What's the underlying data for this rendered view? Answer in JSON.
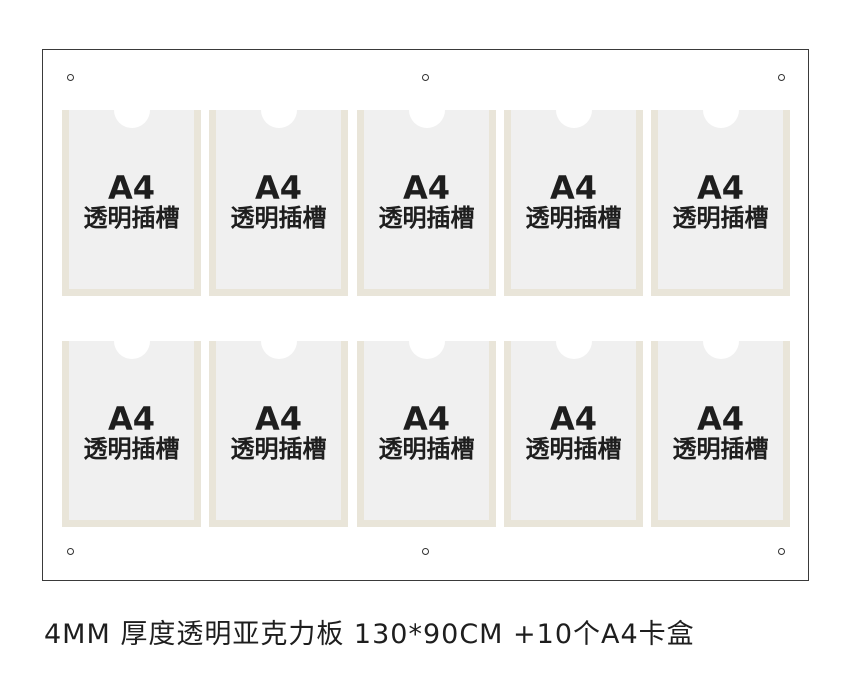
{
  "slot_text": {
    "size": "A4",
    "desc": "透明插槽"
  },
  "rows": [
    {
      "slots": [
        {
          "size": "A4",
          "desc": "透明插槽"
        },
        {
          "size": "A4",
          "desc": "透明插槽"
        },
        {
          "size": "A4",
          "desc": "透明插槽"
        },
        {
          "size": "A4",
          "desc": "透明插槽"
        },
        {
          "size": "A4",
          "desc": "透明插槽"
        }
      ]
    },
    {
      "slots": [
        {
          "size": "A4",
          "desc": "透明插槽"
        },
        {
          "size": "A4",
          "desc": "透明插槽"
        },
        {
          "size": "A4",
          "desc": "透明插槽"
        },
        {
          "size": "A4",
          "desc": "透明插槽"
        },
        {
          "size": "A4",
          "desc": "透明插槽"
        }
      ]
    }
  ],
  "caption": "4MM 厚度透明亚克力板 130*90CM  +10个A4卡盒",
  "colors": {
    "frame": "#e9e5d9",
    "pocket": "#f0f0f0",
    "text": "#1e1e1e",
    "border": "#3a3a3a"
  }
}
